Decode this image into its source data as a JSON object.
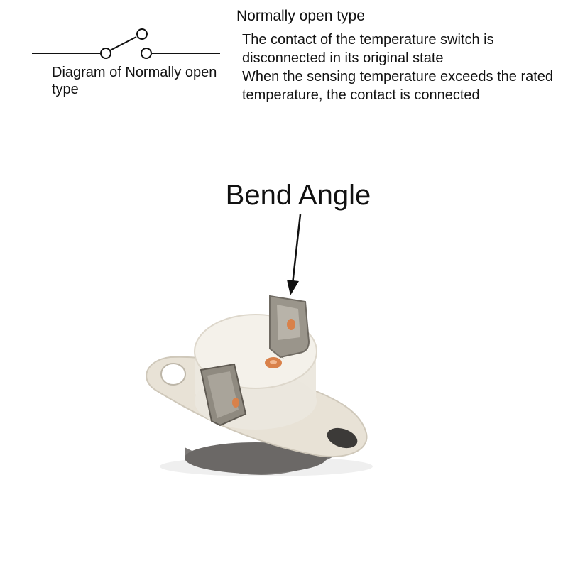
{
  "diagram": {
    "caption": "Diagram of Normally open type"
  },
  "description": {
    "heading": "Normally open type",
    "paragraph1": "The contact of the temperature switch is disconnected in its original state",
    "paragraph2": "When the sensing temperature exceeds the rated temperature, the contact is connected"
  },
  "product": {
    "callout_label": "Bend Angle"
  },
  "colors": {
    "text": "#111111",
    "line": "#111111",
    "background": "#ffffff",
    "flange": "#e8e2d6",
    "ceramic": "#f4f1ea",
    "terminal": "#8f8a80",
    "copper": "#d9814a"
  },
  "icons": {
    "switch": "normally-open-switch-symbol",
    "arrow": "down-arrow",
    "product": "bimetal-thermostat-photo"
  }
}
